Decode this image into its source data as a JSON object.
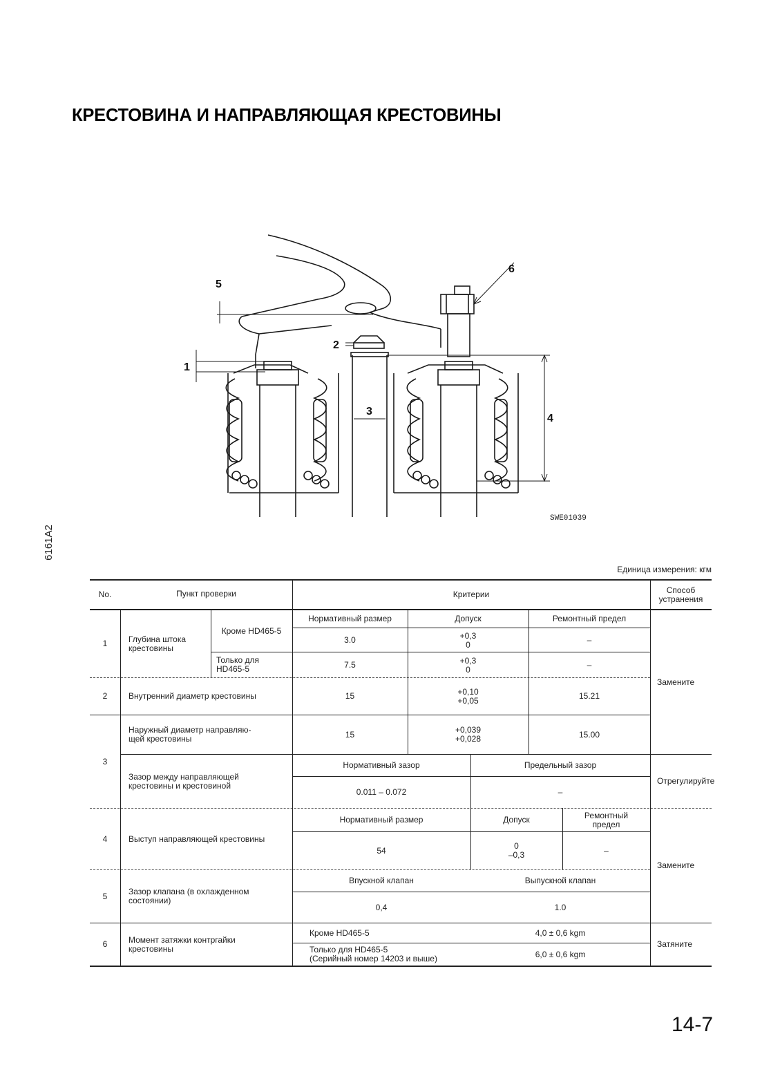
{
  "page": {
    "title": "КРЕСТОВИНА И НАПРАВЛЯЮЩАЯ КРЕСТОВИНЫ",
    "side_code": "6161A2",
    "page_number": "14-7",
    "unit_note": "Единица измерения: кгм"
  },
  "figure": {
    "code": "SWE01039",
    "callouts": {
      "c1": "1",
      "c2": "2",
      "c3": "3",
      "c4": "4",
      "c5": "5",
      "c6": "6"
    }
  },
  "table": {
    "header": {
      "no": "No.",
      "check_item": "Пункт проверки",
      "criteria": "Критерии",
      "remedy": "Способ\nустранения"
    },
    "sub": {
      "standard_size": "Нормативный размер",
      "tolerance": "Допуск",
      "repair_limit": "Ремонтный предел",
      "repair_limit_wrapped": "Ремонтный\nпредел",
      "standard_clearance": "Нормативный зазор",
      "limit_clearance": "Предельный зазор",
      "intake_valve": "Впускной клапан",
      "exhaust_valve": "Выпускной клапан"
    },
    "rows": {
      "r1": {
        "no": "1",
        "item": "Глубина штока\nкрестовины",
        "a_label": "Кроме HD465-5",
        "a_std": "3.0",
        "a_tol": "+0,3\n0",
        "a_lim": "–",
        "b_label": "Только для\nHD465-5",
        "b_std": "7.5",
        "b_tol": "+0,3\n0",
        "b_lim": "–"
      },
      "r2": {
        "no": "2",
        "item": "Внутренний диаметр крестовины",
        "std": "15",
        "tol": "+0,10\n+0,05",
        "lim": "15.21"
      },
      "r3": {
        "no": "3",
        "a_item": "Наружный диаметр направляю-\nщей крестовины",
        "a_std": "15",
        "a_tol": "+0,039\n+0,028",
        "a_lim": "15.00",
        "b_item": "Зазор между направляющей\nкрестовины и крестовиной",
        "b_std": "0.011 –  0.072",
        "b_lim": "–"
      },
      "r4": {
        "no": "4",
        "item": "Выступ направляющей крестовины",
        "std": "54",
        "tol": "0\n–0,3",
        "lim": "–"
      },
      "r5": {
        "no": "5",
        "item": "Зазор клапана (в охлажденном\nсостоянии)",
        "intake": "0,4",
        "exhaust": "1.0"
      },
      "r6": {
        "no": "6",
        "item": "Момент затяжки контргайки\nкрестовины",
        "a_label": "Кроме HD465-5",
        "a_value": "4,0 ± 0,6 kgm",
        "b_label": "Только для HD465-5\n(Серийный номер 14203 и выше)",
        "b_value": "6,0 ± 0,6 kgm"
      }
    },
    "remedies": {
      "replace_top": "Замените",
      "adjust": "Отрегулируйте",
      "replace_bottom": "Замените",
      "tighten": "Затяните"
    }
  }
}
